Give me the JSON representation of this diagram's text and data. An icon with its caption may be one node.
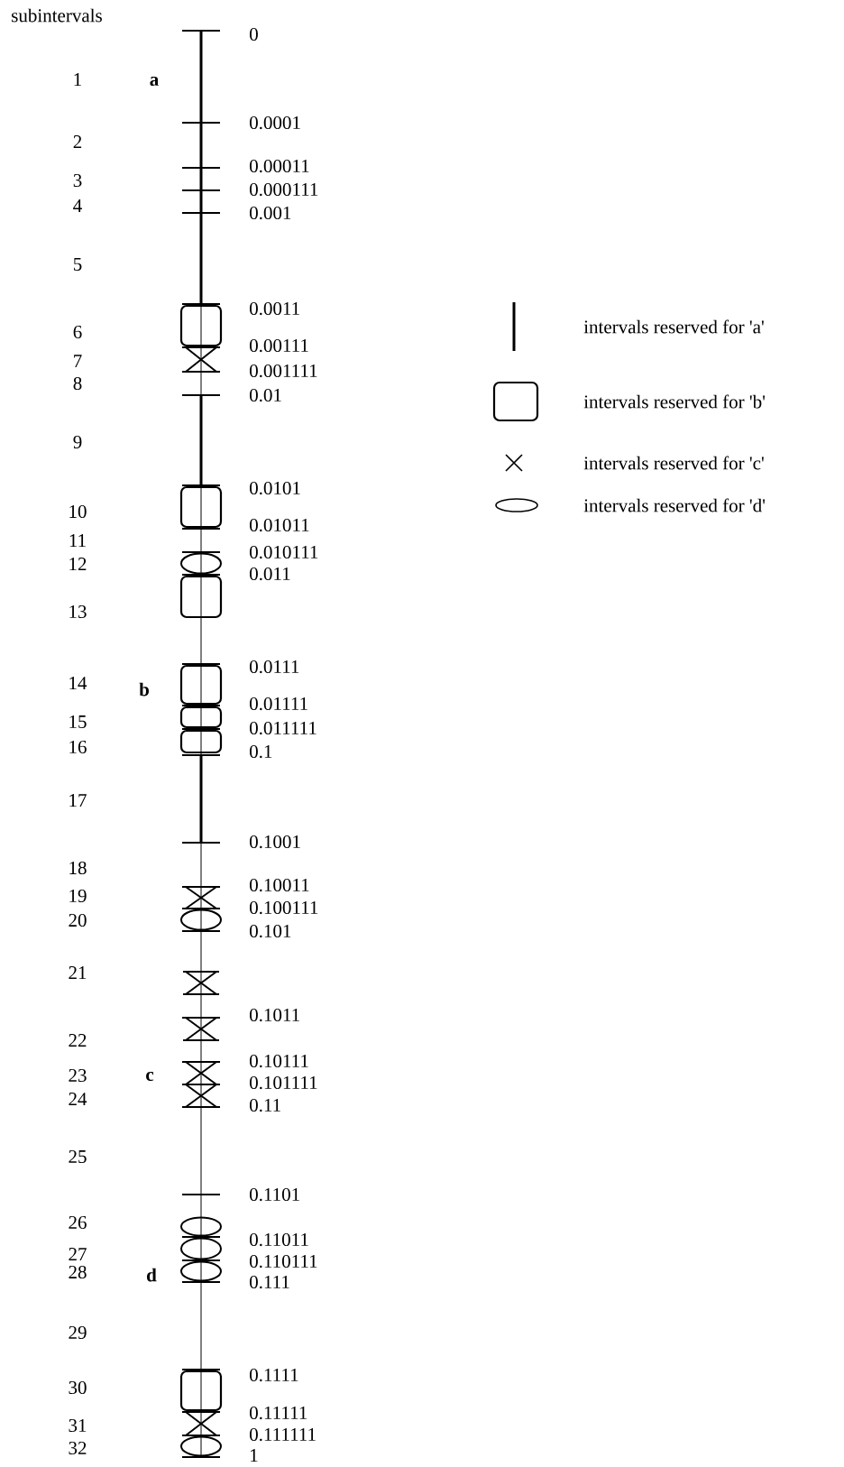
{
  "diagram": {
    "labels": [
      "subintervals",
      "1",
      "2",
      "3",
      "4",
      "5",
      "6",
      "7",
      "8",
      "9",
      "10",
      "11",
      "12",
      "13",
      "14",
      "15",
      "16",
      "17",
      "18",
      "19",
      "20",
      "21",
      "22",
      "23",
      "24",
      "25",
      "26",
      "27",
      "28",
      "29",
      "30",
      "31",
      "32",
      "a",
      "b",
      "c",
      "d",
      "0",
      "0.0001",
      "0.00011",
      "0.000111",
      "0.001",
      "0.0011",
      "0.00111",
      "0.001111",
      "0.01",
      "0.0101",
      "0.01011",
      "0.010111",
      "0.011",
      "0.0111",
      "0.01111",
      "0.011111",
      "0.1",
      "0.1001",
      "0.10011",
      "0.100111",
      "0.101",
      "0.1011",
      "0.10111",
      "0.101111",
      "0.11",
      "0.1101",
      "0.11011",
      "0.110111",
      "0.111",
      "0.1111",
      "0.11111",
      "0.111111",
      "1"
    ],
    "legend": [
      {
        "text": "intervals reserved for 'a'"
      },
      {
        "text": "intervals reserved for 'b'"
      },
      {
        "text": "intervals reserved for 'c'"
      },
      {
        "text": "intervals reserved for 'd'"
      }
    ]
  }
}
